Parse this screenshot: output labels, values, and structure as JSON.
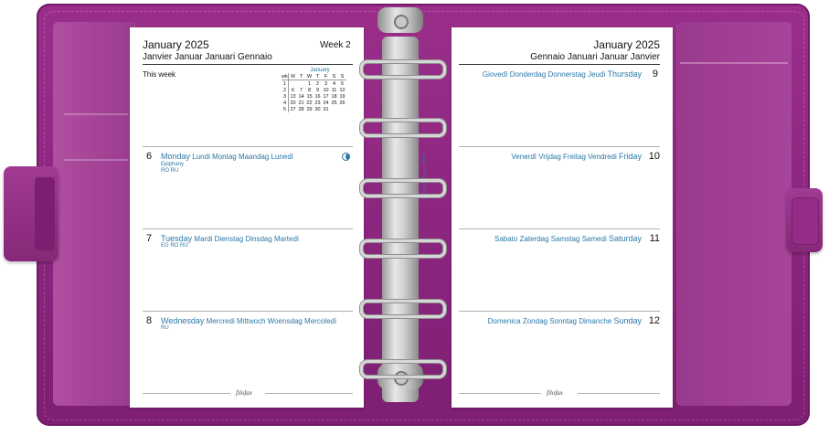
{
  "left_page": {
    "title": "January 2025",
    "week": "Week 2",
    "languages": "Janvier Januar Januari Gennaio",
    "this_week": "This week",
    "days": [
      {
        "num": "6",
        "name": "Monday",
        "translations": "Lundi Montag Maandag Lunedì",
        "notes": [
          "Epiphany",
          "RO RU"
        ]
      },
      {
        "num": "7",
        "name": "Tuesday",
        "translations": "Mardi Dienstag Dinsdag Martedì",
        "notes": [
          "EG RO RU"
        ]
      },
      {
        "num": "8",
        "name": "Wednesday",
        "translations": "Mercredi Mittwoch Woensdag Mercoledì",
        "notes": [
          "RU"
        ]
      }
    ],
    "logo": "filofax"
  },
  "mini_calendar": {
    "month": "January",
    "headers": [
      "wk",
      "M",
      "T",
      "W",
      "T",
      "F",
      "S",
      "S"
    ],
    "rows": [
      [
        "1",
        "",
        "",
        "1",
        "2",
        "3",
        "4",
        "5"
      ],
      [
        "2",
        "6",
        "7",
        "8",
        "9",
        "10",
        "11",
        "12"
      ],
      [
        "3",
        "13",
        "14",
        "15",
        "16",
        "17",
        "18",
        "19"
      ],
      [
        "4",
        "20",
        "21",
        "22",
        "23",
        "24",
        "25",
        "26"
      ],
      [
        "5",
        "27",
        "28",
        "29",
        "30",
        "31",
        "",
        ""
      ]
    ]
  },
  "right_page": {
    "title": "January 2025",
    "languages": "Gennaio Januari Januar Janvier",
    "days": [
      {
        "num": "9",
        "name": "Thursday",
        "translations": "Giovedì Donderdag Donnerstag Jeudi"
      },
      {
        "num": "10",
        "name": "Friday",
        "translations": "Venerdì Vrijdag Freitag Vendredi"
      },
      {
        "num": "11",
        "name": "Saturday",
        "translations": "Sabato Zaterdag Samstag Samedi"
      },
      {
        "num": "12",
        "name": "Sunday",
        "translations": "Domenica Zondag Sonntag Dimanche"
      }
    ],
    "logo": "filofax"
  },
  "spine_text": "Pocket filofax © 2023",
  "colors": {
    "cover": "#8d2680",
    "accent_text": "#2a78a8",
    "rings": "#d7d7d7"
  }
}
